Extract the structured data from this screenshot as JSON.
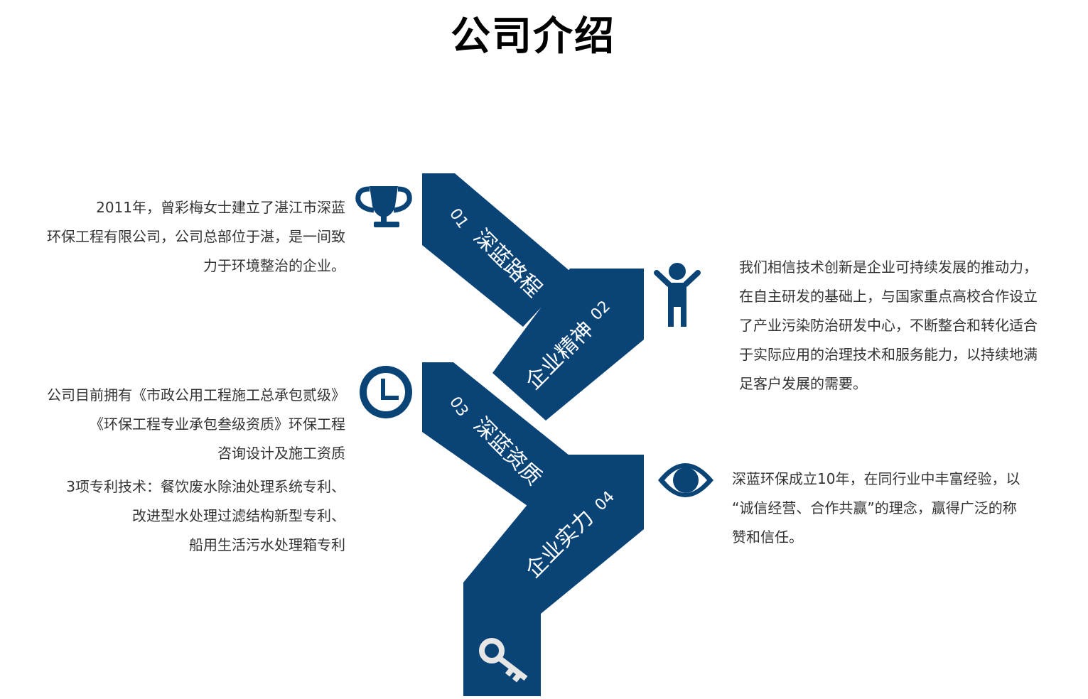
{
  "page": {
    "title": "公司介绍"
  },
  "colors": {
    "navy": "#0a4477",
    "text": "#333333",
    "icon_light": "#e6e6e6"
  },
  "sections": [
    {
      "num": "01",
      "label": "深蓝路程",
      "icon": "trophy-icon",
      "lines": [
        "2011年，曾彩梅女士建立了湛江市深蓝",
        "环保工程有限公司，公司总部位于湛，是一间致",
        "力于环境整治的企业。"
      ]
    },
    {
      "num": "02",
      "label": "企业精神",
      "icon": "person-icon",
      "lines": [
        "我们相信技术创新是企业可持续发展的推动力，",
        "在自主研发的基础上，与国家重点高校合作设立",
        "了产业污染防治研发中心，不断整合和转化适合",
        "于实际应用的治理技术和服务能力，以持续地满",
        "足客户发展的需要。"
      ]
    },
    {
      "num": "03",
      "label": "深蓝资质",
      "icon": "clock-icon",
      "lines": [
        "公司目前拥有《市政公用工程施工总承包贰级》",
        "《环保工程专业承包叁级资质》环保工程",
        "咨询设计及施工资质"
      ],
      "patents": [
        "3项专利技术：餐饮废水除油处理系统专利、",
        "改进型水处理过滤结构新型专利、",
        "船用生活污水处理箱专利"
      ]
    },
    {
      "num": "04",
      "label": "企业实力",
      "icon": "eye-icon",
      "lines": [
        "深蓝环保成立10年，在同行业中丰富经验，以",
        "“诚信经营、合作共赢”的理念，赢得广泛的称",
        "赞和信任。"
      ]
    }
  ],
  "base_icon": "key-icon"
}
